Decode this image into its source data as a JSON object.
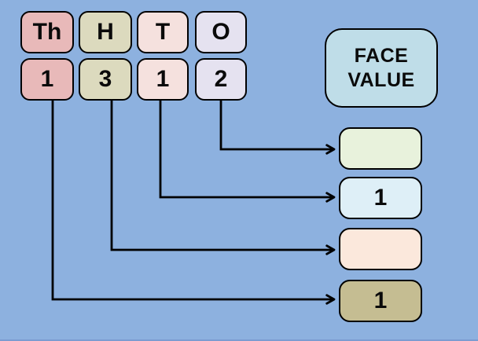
{
  "colors": {
    "background": "#8DB1DF",
    "border": "#000000",
    "arrow": "#000000",
    "bottom_edge": "#7B9CD1"
  },
  "place_value_table": {
    "columns": [
      {
        "header": "Th",
        "digit": "1",
        "color": "#E8B9B9"
      },
      {
        "header": "H",
        "digit": "3",
        "color": "#DCDABE"
      },
      {
        "header": "T",
        "digit": "1",
        "color": "#F5E1DE"
      },
      {
        "header": "O",
        "digit": "2",
        "color": "#E5E2F0"
      }
    ]
  },
  "face_value_box": {
    "line1": "FACE",
    "line2": "VALUE",
    "color": "#BFDDE8"
  },
  "answer_boxes": [
    {
      "value": "",
      "color": "#E8F2DC",
      "linked_digit": "O"
    },
    {
      "value": "1",
      "color": "#DEEFF7",
      "linked_digit": "T"
    },
    {
      "value": "",
      "color": "#FBE8DC",
      "linked_digit": "H"
    },
    {
      "value": "1",
      "color": "#C5BD92",
      "linked_digit": "Th"
    }
  ]
}
